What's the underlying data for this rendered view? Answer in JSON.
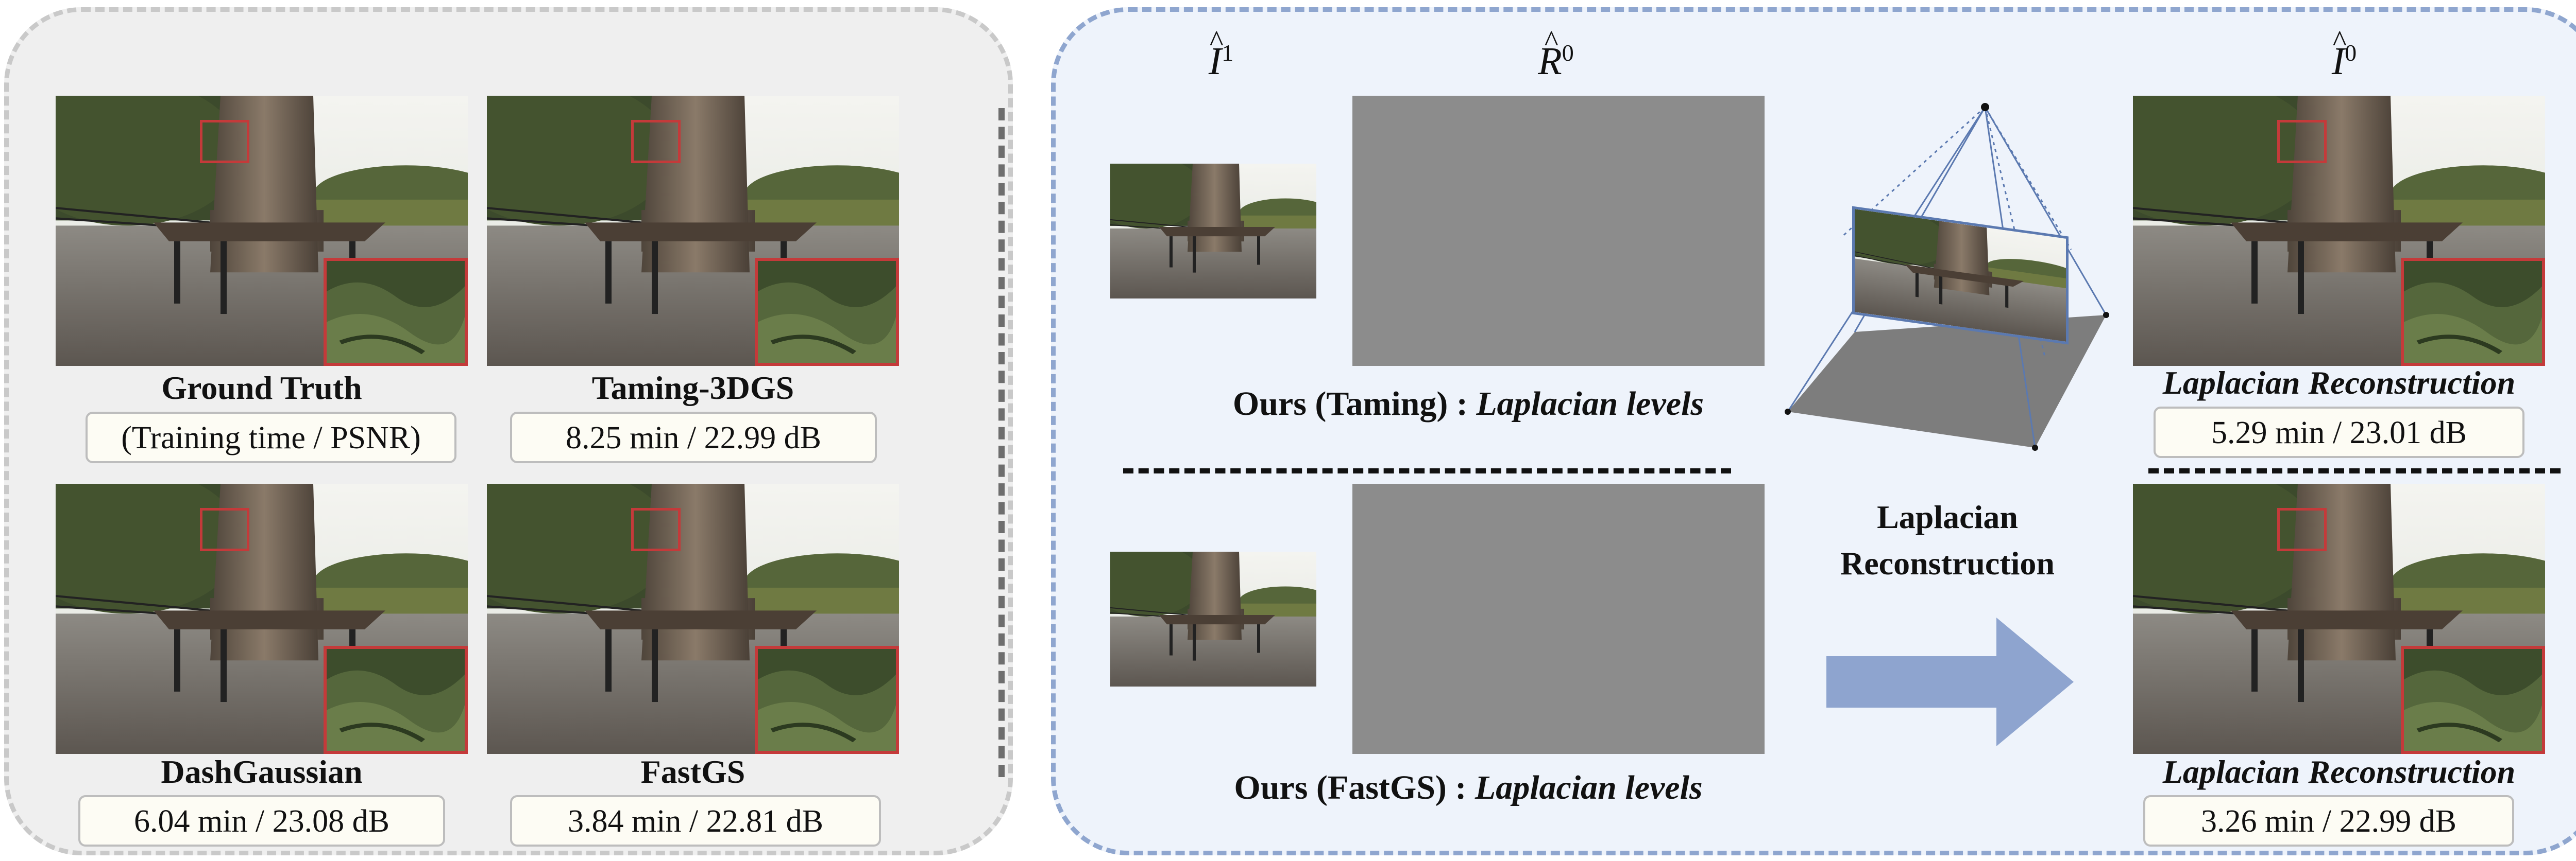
{
  "left_panel": {
    "cells": [
      {
        "method": "Ground Truth",
        "stat": "(Training time / PSNR)"
      },
      {
        "method": "Taming-3DGS",
        "stat": "8.25 min / 22.99 dB"
      },
      {
        "method": "DashGaussian",
        "stat": "6.04 min / 23.08 dB"
      },
      {
        "method": "FastGS",
        "stat": "3.84 min / 22.81 dB"
      }
    ]
  },
  "right_panel": {
    "symbols": {
      "i1_base": "I",
      "i1_sup": "1",
      "r0_base": "R",
      "r0_sup": "0",
      "i0_base": "I",
      "i0_sup": "0"
    },
    "rows": [
      {
        "label_bold": "Ours (Taming) : ",
        "label_italic": "Laplacian levels",
        "output_label": "Laplacian Reconstruction",
        "output_stat": "5.29 min / 23.01 dB"
      },
      {
        "label_bold": "Ours (FastGS) : ",
        "label_italic": "Laplacian levels",
        "output_label": "Laplacian Reconstruction",
        "output_stat": "3.26 min / 22.99 dB"
      }
    ],
    "arrow_label_line1": "Laplacian",
    "arrow_label_line2": "Reconstruction"
  },
  "colors": {
    "left_bg": "#efefef",
    "left_border": "#c9c9c9",
    "right_bg": "#eef3fb",
    "right_border": "#8fa6cf",
    "arrow": "#8ea4cf",
    "zoom_box": "#c43a3a",
    "residual": "#8c8c8c"
  }
}
